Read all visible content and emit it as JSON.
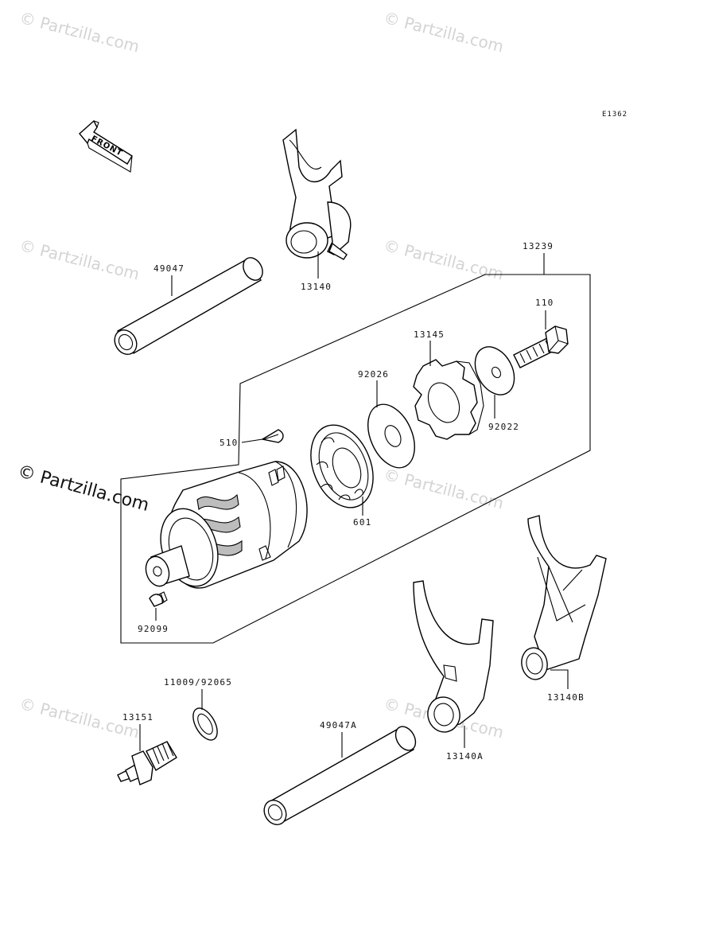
{
  "diagram_code": "E1362",
  "front_arrow_label": "FRONT",
  "watermarks": {
    "faint": "© Partzilla.com",
    "strong": "© Partzilla.com"
  },
  "labels": {
    "p13239": "13239",
    "p13140": "13140",
    "p49047": "49047",
    "p110": "110",
    "p13145": "13145",
    "p92026": "92026",
    "p92022": "92022",
    "p510": "510",
    "p601": "601",
    "p92099": "92099",
    "p11009_92065": "11009/92065",
    "p13151": "13151",
    "p49047A": "49047A",
    "p13140A": "13140A",
    "p13140B": "13140B"
  },
  "colors": {
    "ink": "#000000",
    "watermark": "#d4d4d4",
    "background": "#ffffff"
  }
}
